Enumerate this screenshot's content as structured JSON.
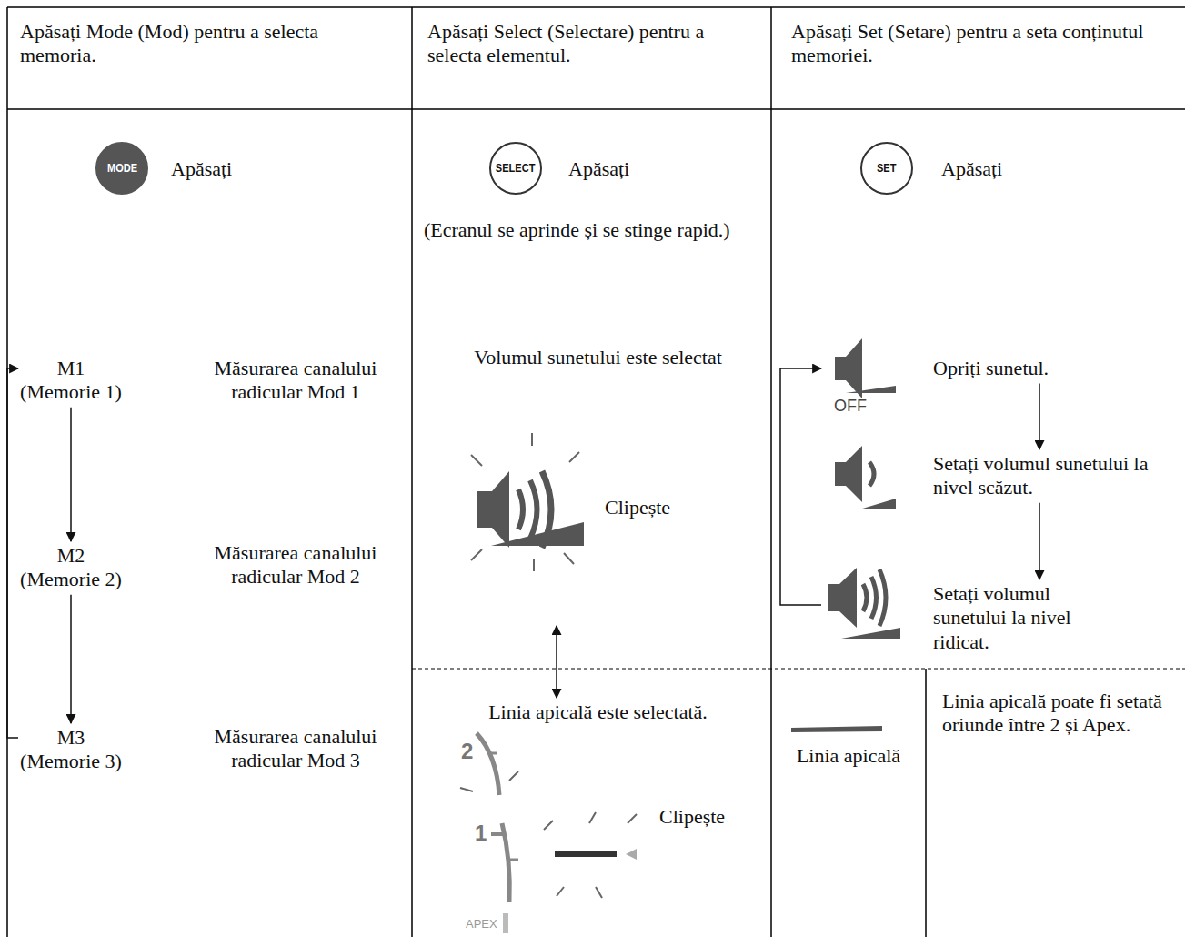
{
  "diagram": {
    "nodes": [
      {
        "text": [
          "MODE"
        ]
      },
      {
        "text": [
          "SELECT"
        ]
      },
      {
        "text": [
          "SET"
        ]
      },
      {
        "text": [
          "M1 (Memorie 1)"
        ]
      },
      {
        "text": [
          "M2 (Memorie 2)"
        ]
      },
      {
        "text": [
          "M3 (Memorie 3)"
        ]
      },
      {
        "text": [
          "Volumul sunetului este selectat"
        ]
      },
      {
        "text": [
          "Linia apicală este selectată."
        ]
      },
      {
        "text": [
          "Opriți sunetul."
        ]
      },
      {
        "text": [
          "Setați volumul sunetului la nivel scăzut."
        ]
      },
      {
        "text": [
          "Setați volumul sunetului la nivel ridicat."
        ]
      }
    ],
    "edges": [
      {
        "from": 3,
        "to": 4,
        "arrow": "to"
      },
      {
        "from": 4,
        "to": 5,
        "arrow": "to"
      },
      {
        "from": 5,
        "to": 3,
        "arrow": "to"
      },
      {
        "from": 6,
        "to": 7,
        "arrow": "both"
      },
      {
        "from": 8,
        "to": 9,
        "arrow": "to"
      },
      {
        "from": 9,
        "to": 10,
        "arrow": "to"
      },
      {
        "from": 10,
        "to": 8,
        "arrow": "to"
      }
    ],
    "labels": [
      "Apăsați Mode (Mod) pentru a selecta memoria.",
      "Apăsați",
      "Apăsați Select (Selectare) pentru a selecta elementul.",
      "Apăsați",
      "(Ecranul se aprinde și se stinge rapid.)",
      "Apăsați Set (Setare) pentru a seta conținutul memoriei.",
      "Apăsați",
      "Măsurarea canalului radicular Mod 1",
      "Măsurarea canalului radicular Mod 2",
      "Măsurarea canalului radicular Mod 3",
      "Clipește",
      "2",
      "1",
      "APEX",
      "Clipește",
      "OFF",
      "Linia apicală",
      "Linia apicală poate fi setată oriunde între 2 și Apex."
    ]
  }
}
